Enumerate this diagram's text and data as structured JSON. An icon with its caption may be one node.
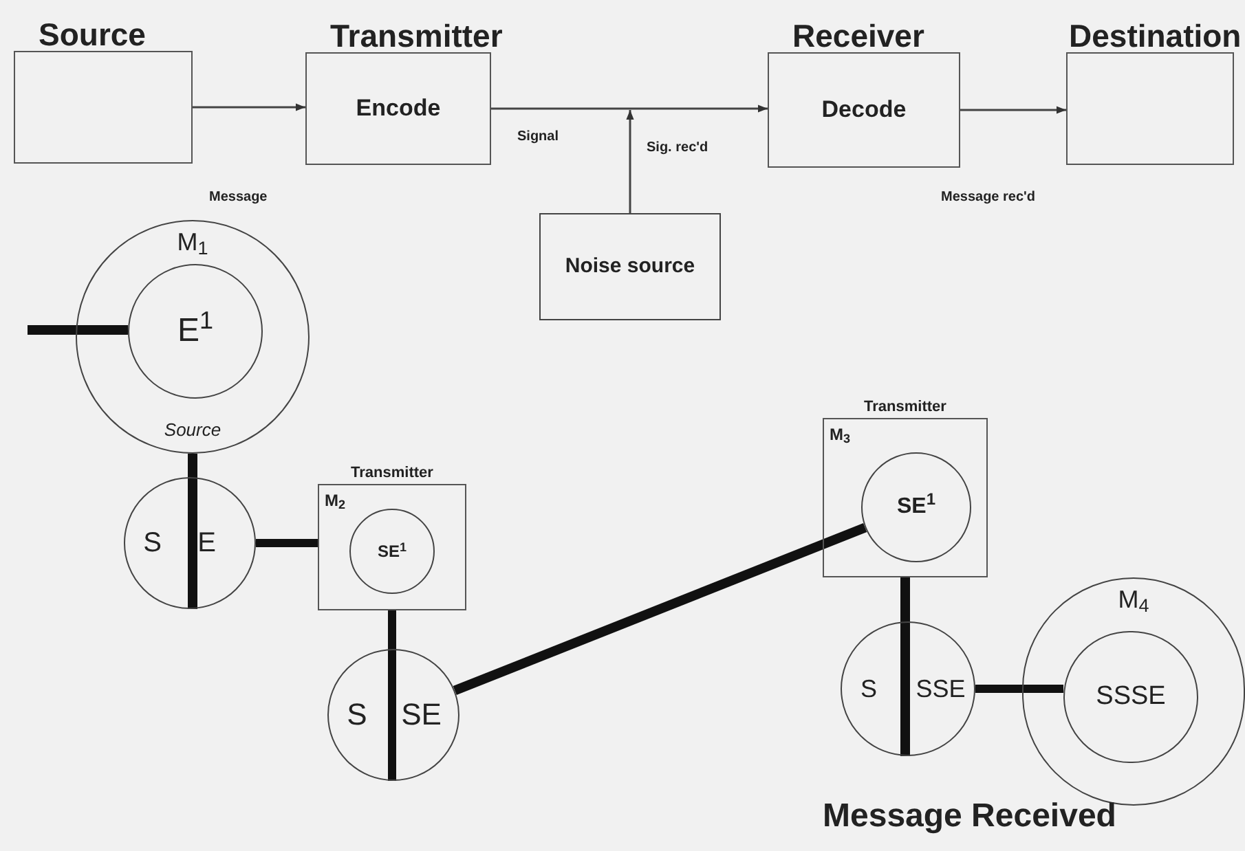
{
  "diagram": {
    "nodes": [
      {
        "text": [
          "Source"
        ]
      },
      {
        "text": [
          "Transmitter",
          "Encode"
        ]
      },
      {
        "text": [
          "Receiver",
          "Decode"
        ]
      },
      {
        "text": [
          "Destination"
        ]
      },
      {
        "text": [
          "Noise source"
        ]
      },
      {
        "text": [
          "M$_{1}$",
          "Source"
        ]
      },
      {
        "text": [
          "E$^{1}$"
        ],
        "in": 5
      },
      {
        "text": [
          "S",
          "E"
        ]
      },
      {
        "text": [
          "Transmitter",
          "M$_{2}$"
        ]
      },
      {
        "text": [
          "SE$^{1}$"
        ],
        "in": 8
      },
      {
        "text": [
          "S",
          "SE"
        ]
      },
      {
        "text": [
          "Transmitter",
          "M$_{3}$"
        ]
      },
      {
        "text": [
          "SE$^{1}$"
        ],
        "in": 11
      },
      {
        "text": [
          "S",
          "SSE"
        ]
      },
      {
        "text": [
          "M$_{4}$"
        ]
      },
      {
        "text": [
          "SSSE"
        ],
        "in": 14
      }
    ],
    "edges": [
      {
        "from": 0,
        "to": 1,
        "arrow": "to"
      },
      {
        "from": 1,
        "to": 2,
        "arrow": "to",
        "label": "Signal"
      },
      {
        "from": 2,
        "to": 3,
        "arrow": "to"
      },
      {
        "from": 4,
        "to": null,
        "arrow": "to"
      },
      {
        "from": null,
        "to": 6,
        "arrow": "none"
      },
      {
        "from": 5,
        "to": 7,
        "arrow": "none"
      },
      {
        "from": 7,
        "to": 8,
        "arrow": "none"
      },
      {
        "from": 8,
        "to": 10,
        "arrow": "none"
      },
      {
        "from": 10,
        "to": 12,
        "arrow": "none"
      },
      {
        "from": 11,
        "to": 13,
        "arrow": "none"
      },
      {
        "from": 13,
        "to": 15,
        "arrow": "none"
      }
    ],
    "labels": [
      "Message",
      "Sig. rec'd",
      "Message rec'd",
      "Message Received"
    ]
  }
}
